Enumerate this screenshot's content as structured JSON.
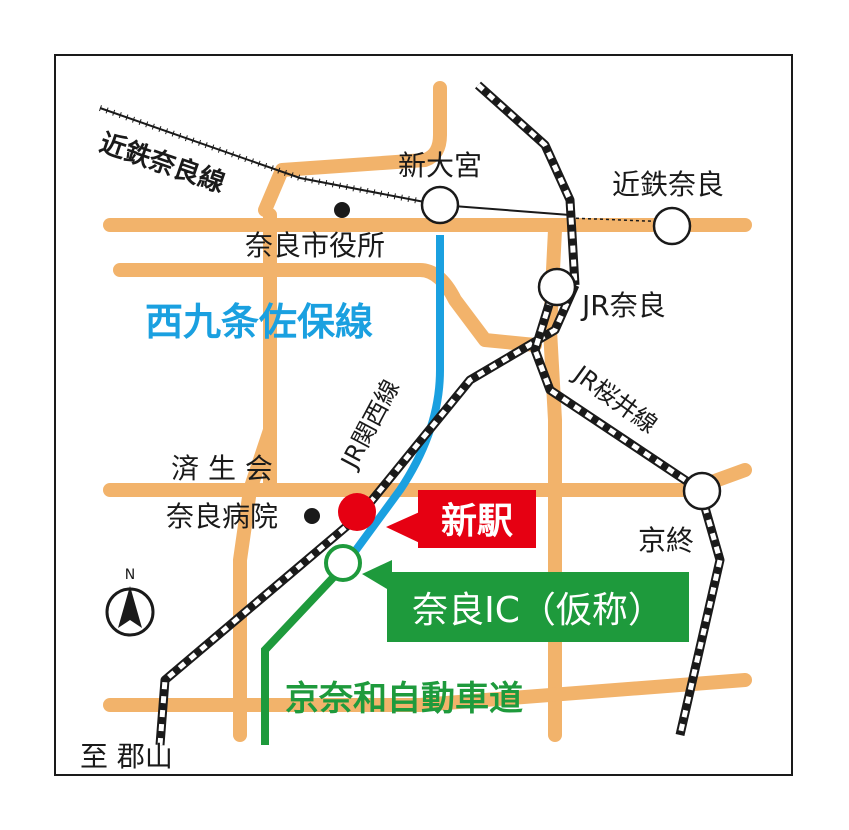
{
  "colors": {
    "road": "#f2b36b",
    "rail_dark": "#1a1a1a",
    "blue_line": "#1aa0e0",
    "expressway": "#1e9a3c",
    "new_station": "#e60012",
    "white": "#ffffff"
  },
  "lines": {
    "kintetsu_nara": "近鉄奈良線",
    "nishikujo_saho": "西九条佐保線",
    "jr_kansai": "JR関西線",
    "jr_sakurai": "JR桜井線",
    "keinawa": "京奈和自動車道"
  },
  "stations": {
    "shin_omiya": "新大宮",
    "kintetsu_nara": "近鉄奈良",
    "jr_nara": "JR奈良",
    "kyobate": "京終"
  },
  "landmarks": {
    "city_hall": "奈良市役所",
    "hospital_line1": "済 生 会",
    "hospital_line2": "奈良病院"
  },
  "callouts": {
    "new_station": "新駅",
    "nara_ic": "奈良IC（仮称）"
  },
  "direction": {
    "to_koriyama": "至 郡山",
    "north": "N"
  }
}
